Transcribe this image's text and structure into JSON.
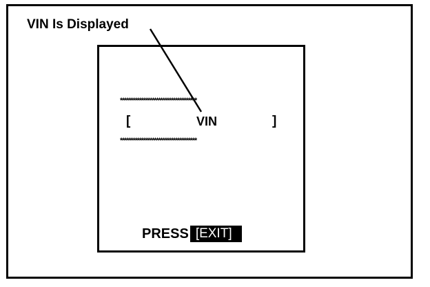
{
  "callout": {
    "label": "VIN Is Displayed"
  },
  "display": {
    "stars_top": "************************************",
    "bracket_left": "[",
    "field_value": "VIN",
    "bracket_right": "]",
    "stars_bottom": "************************************",
    "press_label": "PRESS",
    "exit_key_label": "[EXIT]"
  },
  "colors": {
    "line": "#000000",
    "background": "#ffffff",
    "key_background": "#000000",
    "key_text": "#ffffff"
  }
}
